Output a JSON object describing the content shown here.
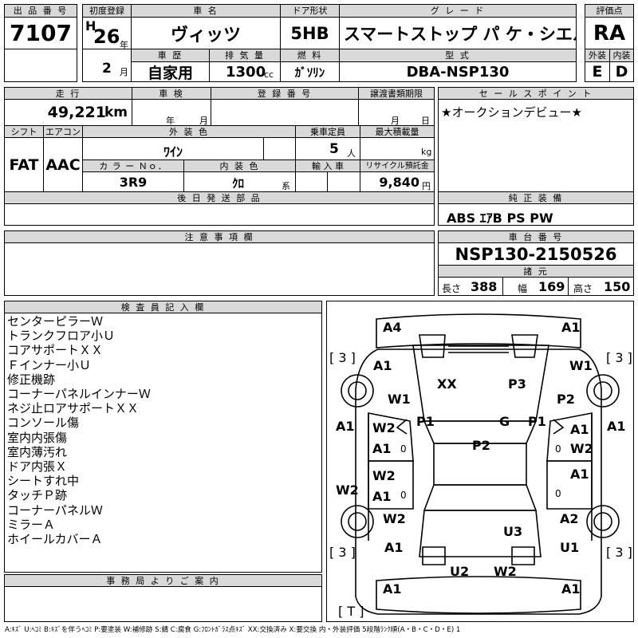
{
  "header": {
    "lot_no_label": "出 品 番 号",
    "lot_no": "7107",
    "first_reg_label": "初度登録",
    "era_letter": "H",
    "year_num": "26",
    "year_unit": "年",
    "month_num": "2",
    "month_unit": "月",
    "car_name_label": "車 名",
    "car_name": "ヴィッツ",
    "door_label": "ドア形状",
    "door": "5HB",
    "grade_label": "グ レ ー ド",
    "grade": "F スマートストップ パ ケ・シエル",
    "score_label": "評価点",
    "score": "RA",
    "history_label": "車 歴",
    "history": "自家用",
    "displacement_label": "排 気 量",
    "displacement": "1300",
    "displacement_unit": "cc",
    "fuel_label": "燃 料",
    "fuel": "ｶﾞｿﾘﾝ",
    "model_code_label": "型 式",
    "model_code": "DBA-NSP130",
    "exterior_label": "外装",
    "exterior_grade": "E",
    "interior_label": "内装",
    "interior_grade": "D"
  },
  "row2": {
    "mileage_label": "走 行",
    "mileage": "49,221",
    "mileage_unit": "km",
    "inspection_label": "車 検",
    "inspection_year_unit": "年",
    "inspection_month_unit": "月",
    "reg_no_label": "登 録 番 号",
    "transfer_label": "譲渡書類期限",
    "transfer_month_unit": "月",
    "transfer_day_unit": "日",
    "sales_point_label": "セ ー ル ス ポ イ ン ト",
    "sales_point": "★オークションデビュー★"
  },
  "row3": {
    "shift_label": "シフト",
    "shift": "FAT",
    "aircon_label": "エアコン",
    "aircon": "AAC",
    "ext_color_label": "外 装 色",
    "ext_color": "ﾜｲﾝ",
    "capacity_label": "乗車定員",
    "capacity": "5",
    "capacity_unit": "人",
    "max_load_label": "最大積載量",
    "max_load_unit": "kg",
    "color_no_label": "カ ラ ー Ｎｏ．",
    "color_no": "3R9",
    "int_color_label": "内 装 色",
    "int_color": "ｸﾛ",
    "int_color_unit": "系",
    "import_label": "輸 入 車",
    "recycle_label": "リサイクル預託金",
    "recycle": "9,840",
    "recycle_unit": "円"
  },
  "row4": {
    "later_parts_label": "後 日 発 送 部 品",
    "equipment_label": "純 正 装 備",
    "equipment": "ABS ｴｱB PS PW"
  },
  "row5": {
    "caution_label": "注 意 事 項 欄",
    "chassis_label": "車 台 番 号",
    "chassis_no": "NSP130-2150526",
    "dims_label": "諸 元",
    "length_label": "長さ",
    "length": "388",
    "width_label": "幅",
    "width": "169",
    "height_label": "高さ",
    "height": "150"
  },
  "inspector": {
    "label": "検 査 員 記 入 欄",
    "notes": [
      "センターピラーＷ",
      "トランクフロア小Ｕ",
      "コアサポートＸＸ",
      "Ｆインナー小Ｕ",
      "修正機跡",
      "コーナーパネルインナーＷ",
      "ネジ止ロアサポートＸＸ",
      "コンソール傷",
      "室内内張傷",
      "室内薄汚れ",
      "ドア内張Ｘ",
      "シートすれ中",
      "タッチＰ跡",
      "コーナーパネルＷ",
      "ミラーＡ",
      "ホイールカバーＡ"
    ]
  },
  "office": {
    "label": "事 務 局 よ り ご 案 内"
  },
  "diagram": {
    "marks": {
      "front_left": "A4",
      "front_right": "A1",
      "tire_fl": "[ 3 ]",
      "tire_fr": "[ 3 ]",
      "tire_rl": "[ 3 ]",
      "tire_rr": "[ 3 ]",
      "tire_spare": "[ T ]",
      "fender_fl_a": "A1",
      "fender_fl_w": "W1",
      "fender_fr_w": "W1",
      "fender_fr_p": "P2",
      "hood_xx": "XX",
      "hood_p3": "P3",
      "pillar_l_p1": "P1",
      "pillar_r_p1": "P1",
      "glass_g": "G",
      "roof_p2": "P2",
      "side_l_a1": "A1",
      "door_fl_w2": "W2",
      "door_fl_a1": "A1",
      "door_fl_0": "0",
      "door_fr_a1": "A1",
      "door_fr_w2": "W2",
      "door_fr_0": "0",
      "side_r_a1": "A1",
      "door_rl_w2": "W2",
      "door_rl_a1": "A1",
      "door_rl_0": "0",
      "door_rr_a1": "A1",
      "door_rr_0": "0",
      "side_l_w2": "W2",
      "qtr_l_w2": "W2",
      "qtr_l_a1": "A1",
      "trunk_u3": "U3",
      "qtr_r_a2": "A2",
      "qtr_r_u1": "U1",
      "rear_u2": "U2",
      "rear_w2": "W2",
      "rear_l_a1": "A1",
      "rear_r_a1": "A1"
    }
  },
  "legend": "A:ｷｽﾞ U:ﾍｺﾐ B:ｷｽﾞを伴うﾍｺﾐ P:要塗装 W:補修跡 S:錆 C:腐食 G:ﾌﾛﾝﾄｶﾞﾗｽ点ｷｽﾞ XX:交換済み X:要交換 内・外装評価 5段階ﾗﾝｸ順(A・B・C・D・E) 1"
}
